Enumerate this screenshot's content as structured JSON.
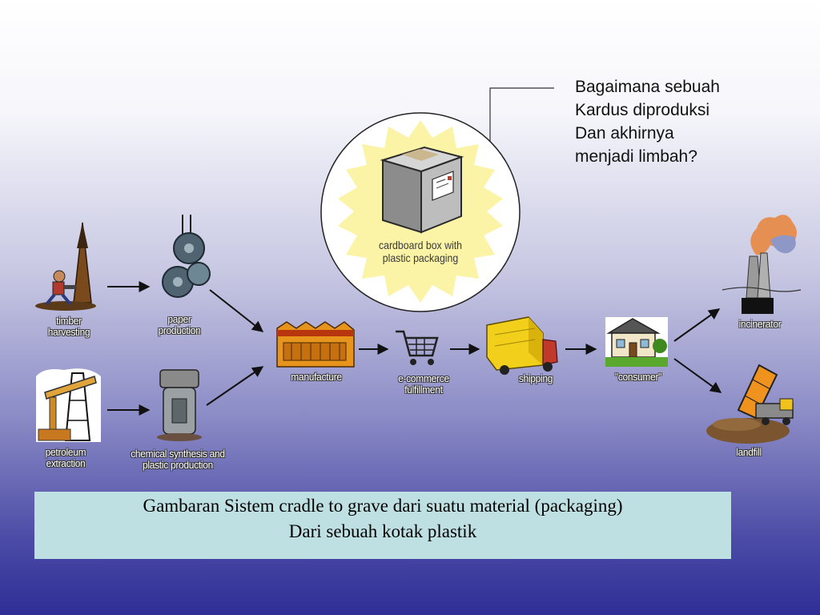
{
  "question": {
    "lines": [
      "Bagaimana sebuah",
      "Kardus diproduksi",
      "Dan akhirnya",
      "menjadi limbah?"
    ]
  },
  "focus": {
    "label_lines": [
      "cardboard box with",
      "plastic packaging"
    ]
  },
  "nodes": {
    "timber": {
      "lines": [
        "timber",
        "harvesting"
      ],
      "icon": "timber-harvesting-icon"
    },
    "paper": {
      "lines": [
        "paper",
        "production"
      ],
      "icon": "paper-roll-icon"
    },
    "petroleum": {
      "lines": [
        "petroleum",
        "extraction"
      ],
      "icon": "oil-pump-icon"
    },
    "chemical": {
      "lines": [
        "chemical synthesis and",
        "plastic production"
      ],
      "icon": "chemical-tank-icon"
    },
    "manufacture": {
      "lines": [
        "manufacture"
      ],
      "icon": "factory-icon"
    },
    "ecommerce": {
      "lines": [
        "e-commerce",
        "fulfillment"
      ],
      "icon": "shopping-cart-icon"
    },
    "shipping": {
      "lines": [
        "shipping"
      ],
      "icon": "delivery-truck-icon"
    },
    "consumer": {
      "lines": [
        "\"consumer\""
      ],
      "icon": "house-icon"
    },
    "incinerator": {
      "lines": [
        "incinerator"
      ],
      "icon": "incinerator-icon"
    },
    "landfill": {
      "lines": [
        "landfill"
      ],
      "icon": "dump-truck-icon"
    }
  },
  "caption": {
    "line1": "Gambaran Sistem cradle to grave dari suatu material (packaging)",
    "line2": "Dari sebuah kotak plastik"
  },
  "colors": {
    "caption_bg": "#bfe0e3",
    "starburst": "#fbf3a6",
    "truck_yellow": "#f2cf1a",
    "factory_orange": "#e6941c"
  }
}
